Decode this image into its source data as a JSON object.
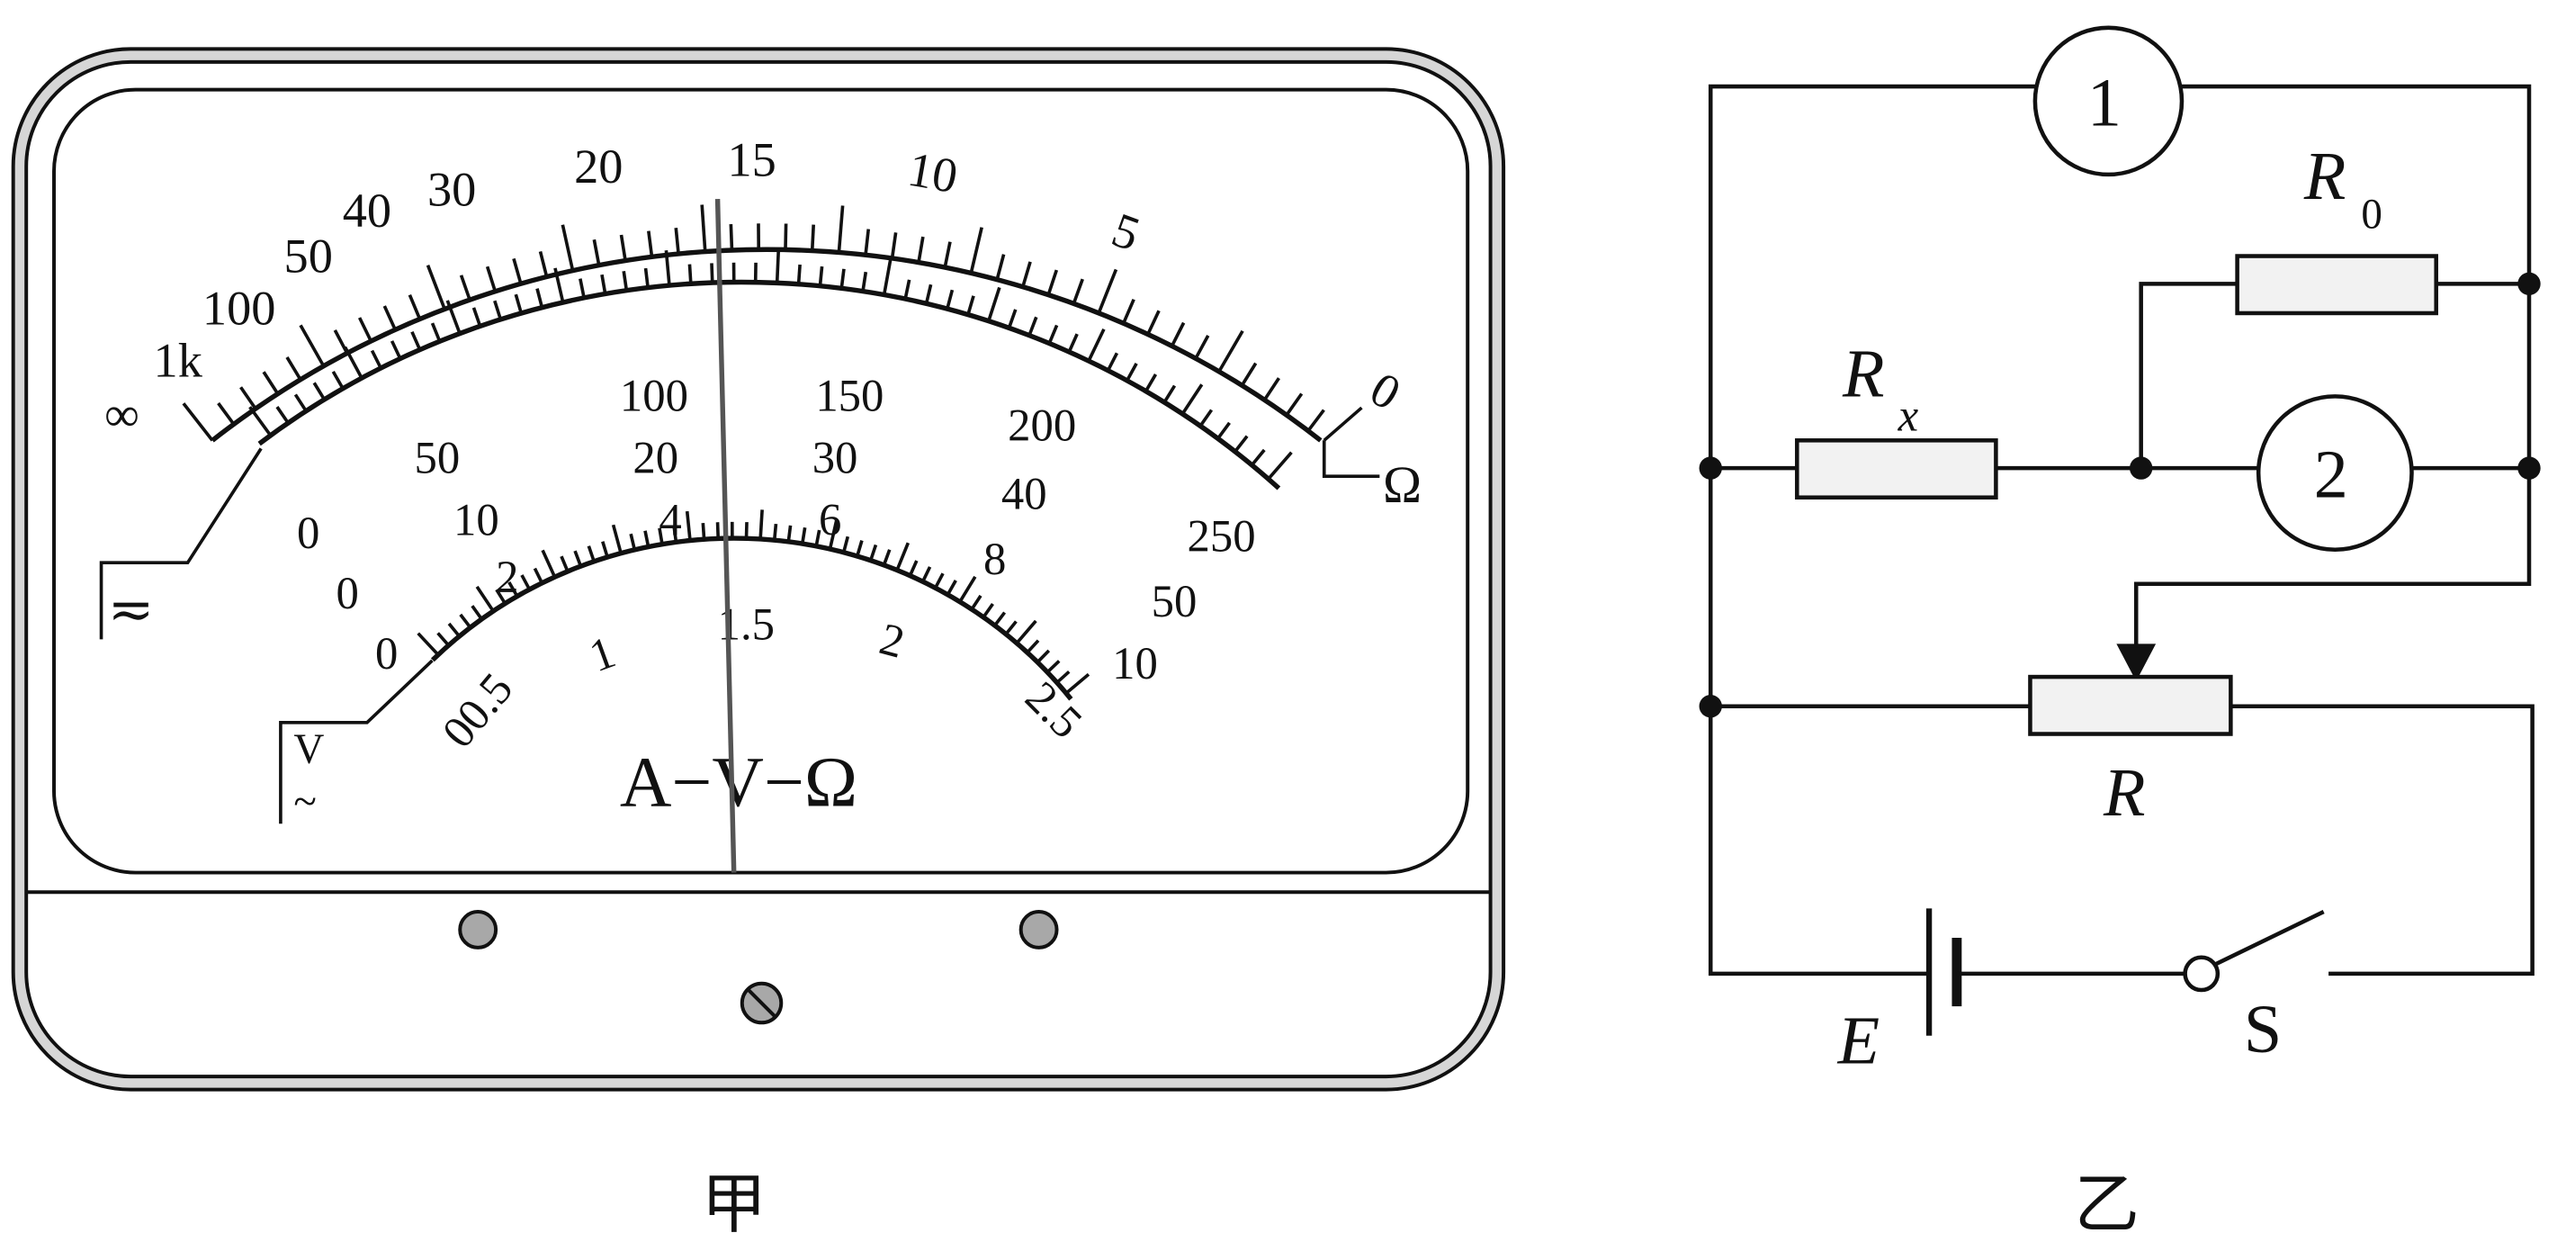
{
  "meter": {
    "ohm_scale_labels": [
      "∞",
      "1k",
      "100",
      "50",
      "40",
      "30",
      "20",
      "15",
      "10",
      "5",
      "0"
    ],
    "ohm_symbol": "Ω",
    "dc_scale_labels_1": [
      "0",
      "50",
      "100",
      "150",
      "200",
      "250"
    ],
    "dc_scale_labels_2": [
      "0",
      "10",
      "20",
      "30",
      "40",
      "50"
    ],
    "dc_scale_labels_3": [
      "0",
      "2",
      "4",
      "6",
      "8",
      "10"
    ],
    "ac_scale_labels": [
      "00.5",
      "1",
      "1.5",
      "2",
      "2.5"
    ],
    "dc_symbol": "≂",
    "ac_v_symbol_top": "V",
    "ac_v_symbol_bottom": "~",
    "title": "A−V−Ω",
    "caption": "甲"
  },
  "circuit": {
    "meter_1": "1",
    "meter_2": "2",
    "r0_label": "R",
    "r0_sub": "0",
    "rx_label": "R",
    "rx_sub": "x",
    "r_label": "R",
    "e_label": "E",
    "s_label": "S",
    "caption": "乙"
  },
  "colors": {
    "line": "#111111",
    "casing": "#d6d6d6",
    "knob": "#a8a8a8",
    "needle": "#555555"
  }
}
